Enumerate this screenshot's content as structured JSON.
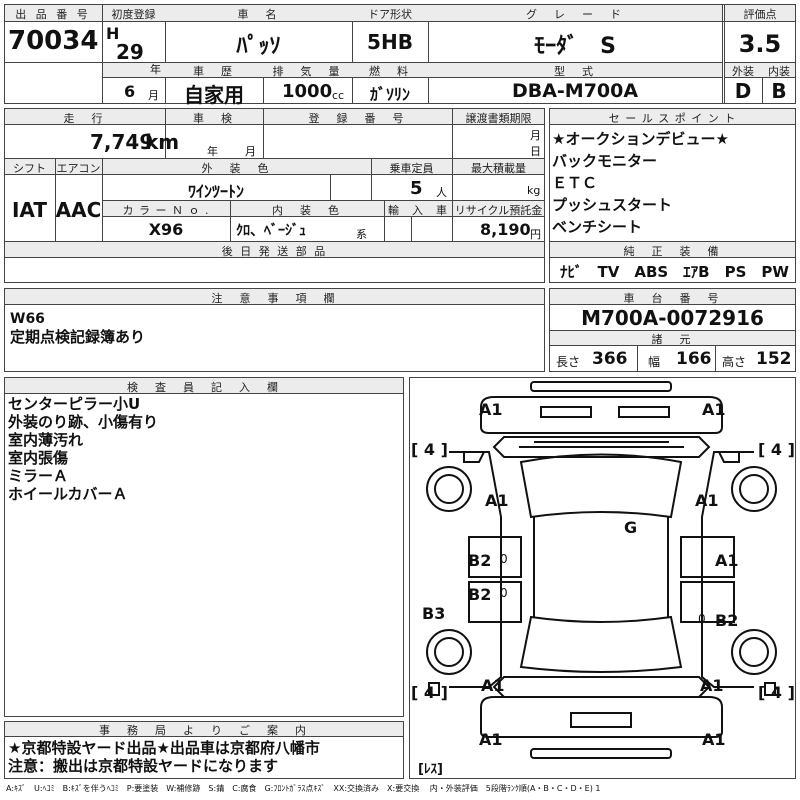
{
  "hdr": {
    "lot_label": "出 品 番 号",
    "first_reg_label": "初度登録",
    "car_name_label": "車　名",
    "door_label": "ドア形状",
    "grade_label": "グ　レ　ー　ド",
    "score_label": "評価点",
    "history_label": "車　歴",
    "displacement_label": "排　気　量",
    "fuel_label": "燃　料",
    "model_label": "型　式",
    "ext_label": "外装",
    "int_label": "内装"
  },
  "car": {
    "lot_no": "70034",
    "era": "H",
    "year": "29",
    "year_unit": "年",
    "month": "6",
    "month_unit": "月",
    "name": "ﾊﾟｯｿ",
    "door": "5HB",
    "grade": "ﾓｰﾀﾞ　S",
    "score": "3.5",
    "history": "自家用",
    "displacement": "1000",
    "cc": "cc",
    "fuel": "ｶﾞｿﾘﾝ",
    "model": "DBA-M700A",
    "ext_grade": "D",
    "int_grade": "B"
  },
  "row2": {
    "mileage_label": "走　行",
    "inspection_label": "車　検",
    "reg_label": "登　録　番　号",
    "transfer_label": "譲渡書類期限",
    "mileage": "7,749",
    "km": "km",
    "year_unit": "年",
    "month_unit": "月",
    "transfer_month": "月",
    "transfer_day": "日"
  },
  "row3": {
    "shift_label": "シフト",
    "ac_label": "エアコン",
    "ext_color_label": "外　装　色",
    "capacity_label": "乗車定員",
    "load_label": "最大積載量",
    "shift": "IAT",
    "ac": "AAC",
    "ext_color": "ﾜｲﾝﾂｰﾄﾝ",
    "capacity": "5",
    "person_unit": "人",
    "kg": "kg",
    "color_no_label": "カ ラ ー Ｎ ｏ .",
    "int_color_label": "内　装　色",
    "import_label": "輸　入　車",
    "recycle_label": "リサイクル預託金",
    "color_no": "X96",
    "int_color": "ｸﾛ、ﾍﾞｰｼﾞｭ",
    "series": "系",
    "recycle": "8,190",
    "yen": "円",
    "later_parts_label": "後 日 発 送 部 品"
  },
  "sales": {
    "label": "セ ー ル ス ポ イ ン ト",
    "items": [
      "★オークションデビュー★",
      "バックモニター",
      "ＥＴＣ",
      "プッシュスタート",
      "ベンチシート"
    ]
  },
  "equip": {
    "label": "純　正　装　備",
    "value": "ﾅﾋﾞ　TV　ABS　ｴｱB　PS　PW"
  },
  "notes": {
    "label": "注　意　事　項　欄",
    "lines": [
      "W66",
      "定期点検記録簿あり"
    ]
  },
  "chassis": {
    "label": "車　台　番　号",
    "value": "M700A-0072916",
    "spec_label": "諸　元",
    "len_label": "長さ",
    "len": "366",
    "wid_label": "幅",
    "wid": "166",
    "hgt_label": "高さ",
    "hgt": "152"
  },
  "inspector": {
    "label": "検　査　員　記　入　欄",
    "lines": [
      "センターピラー小U",
      "外装のり跡、小傷有り",
      "室内薄汚れ",
      "室内張傷",
      "ミラーＡ",
      "ホイールカバーＡ"
    ]
  },
  "office": {
    "label": "事　務　局　よ　り　ご　案　内",
    "lines": [
      "★京都特設ヤード出品★出品車は京都府八幡市",
      "注意：搬出は京都特設ヤードになります"
    ]
  },
  "diagram": {
    "marks": [
      "A1",
      "A1",
      "[ 4 ]",
      "[ 4 ]",
      "A1",
      "A1",
      "G",
      "B2",
      "A1",
      "B2",
      "B3",
      "B2",
      "[ 4 ]",
      "[ 4 ]",
      "A1",
      "A1",
      "A1",
      "A1"
    ],
    "small": [
      "0",
      "0",
      "0"
    ],
    "res": "[ﾚｽ]"
  },
  "legend": "A:ｷｽﾞ　U:ﾍｺﾐ　B:ｷｽﾞを伴うﾍｺﾐ　P:要塗装　W:補修跡　S:錆　C:腐食　G:ﾌﾛﾝﾄｶﾞﾗｽ点ｷｽﾞ　XX:交換済み　X:要交換　 内・外装評価　5段階ﾗﾝｸ順(A・B・C・D・E) 1"
}
